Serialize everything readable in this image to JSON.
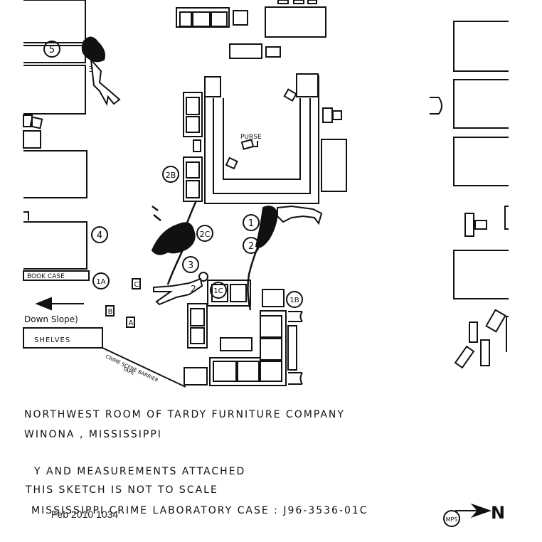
{
  "markers": {
    "m5": "5",
    "m3a": "3",
    "m2b": "2B",
    "m2c": "2C",
    "m4": "4",
    "m1": "1",
    "m2": "2",
    "m3": "3",
    "m1a": "1A",
    "m1b": "1B",
    "m1c": "1C",
    "mc": "C",
    "mb": "B",
    "ma": "A",
    "body2": "2"
  },
  "labels": {
    "purse": "PURSE",
    "bookcase": "BOOK CASE",
    "shelves": "SHELVES",
    "down_slope": "Down Slope)",
    "tape_line1": "CRIME SCENE BARRIER",
    "tape_line2": "TAPE",
    "mps": "MPS",
    "north": "N"
  },
  "caption": {
    "line1": "NORTHWEST ROOM OF TARDY FURNITURE COMPANY",
    "line2": "WINONA , MISSISSIPPI",
    "line3": "Y AND MEASUREMENTS ATTACHED",
    "line4": "THIS SKETCH IS NOT TO SCALE",
    "line5": "MISSISSIPPI CRIME LABORATORY CASE : J96-3536-01C"
  },
  "stamp": "Feb 2010 1034",
  "colors": {
    "ink": "#111111",
    "blood": "#111111",
    "paper": "#ffffff"
  }
}
